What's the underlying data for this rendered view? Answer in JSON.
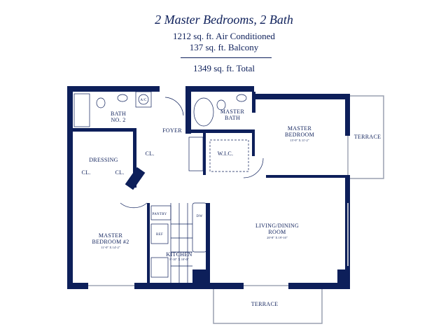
{
  "title": "2 Master Bedrooms, 2 Bath",
  "area_ac": "1212 sq. ft. Air Conditioned",
  "area_balcony": "137 sq. ft. Balcony",
  "area_total": "1349 sq. ft. Total",
  "rooms": {
    "bath2": [
      "BATH",
      "NO. 2"
    ],
    "ac": "A/C",
    "foyer": "FOYER",
    "master_bath": [
      "MASTER",
      "BATH"
    ],
    "master_bedroom": [
      "MASTER",
      "BEDROOM"
    ],
    "master_bedroom_dim": "15'-9\" X 11'-2\"",
    "terrace_right": "TERRACE",
    "dressing": "DRESSING",
    "closet": "CL.",
    "wic": "W.I.C.",
    "pantry": "PANTRY",
    "dw": "DW",
    "ref": "REF",
    "bedroom2": [
      "MASTER",
      "BEDROOM #2"
    ],
    "bedroom2_dim": "11'-0\" X 14'-2\"",
    "kitchen": "KITCHEN",
    "kitchen_dim": "8'-10\" X 10'-0\"",
    "living": [
      "LIVING/DINING",
      "ROOM"
    ],
    "living_dim": "20'-8\" X 19'-10\"",
    "terrace_bottom": "TERRACE"
  },
  "colors": {
    "wall": "#0d1f5a",
    "window": "#b8bcc8"
  }
}
